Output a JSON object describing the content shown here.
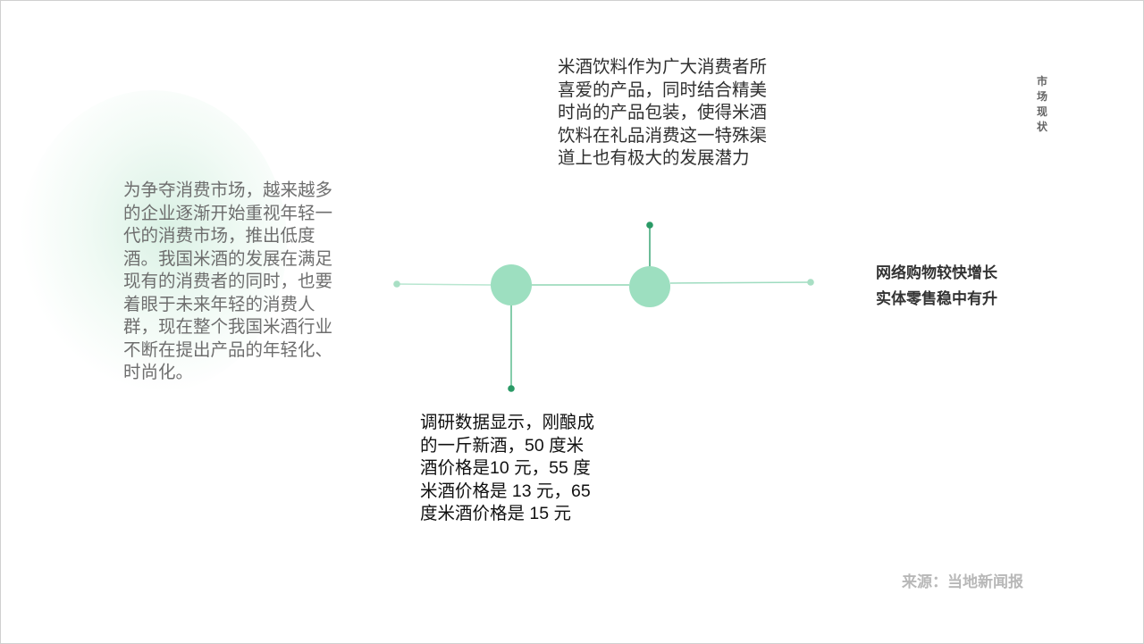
{
  "slide": {
    "section_title": "市场现状",
    "left_paragraph": "为争夺消费市场，越来越多的企业逐渐开始重视年轻一代的消费市场，推出低度酒。我国米酒的发展在满足现有的消费者的同时，也要着眼于未来年轻的消费人群，现在整个我国米酒行业不断在提出产品的年轻化、时尚化。",
    "top_paragraph": "米酒饮料作为广大消费者所喜爱的产品，同时结合精美时尚的产品包装，使得米酒饮料在礼品消费这一特殊渠道上也有极大的发展潜力",
    "bottom_paragraph": "调研数据显示，刚酿成的一斤新酒，50 度米酒价格是10 元，55 度米酒价格是 13 元，65 度米酒价格是 15 元",
    "right_lines": [
      "网络购物较快增长",
      "实体零售稳中有升"
    ],
    "source": "来源：当地新闻报"
  },
  "colors": {
    "node_fill": "#9ddfc0",
    "line_light": "#b5e6cf",
    "line_mid": "#7fcfa8",
    "dot_dark": "#2a9a66"
  }
}
